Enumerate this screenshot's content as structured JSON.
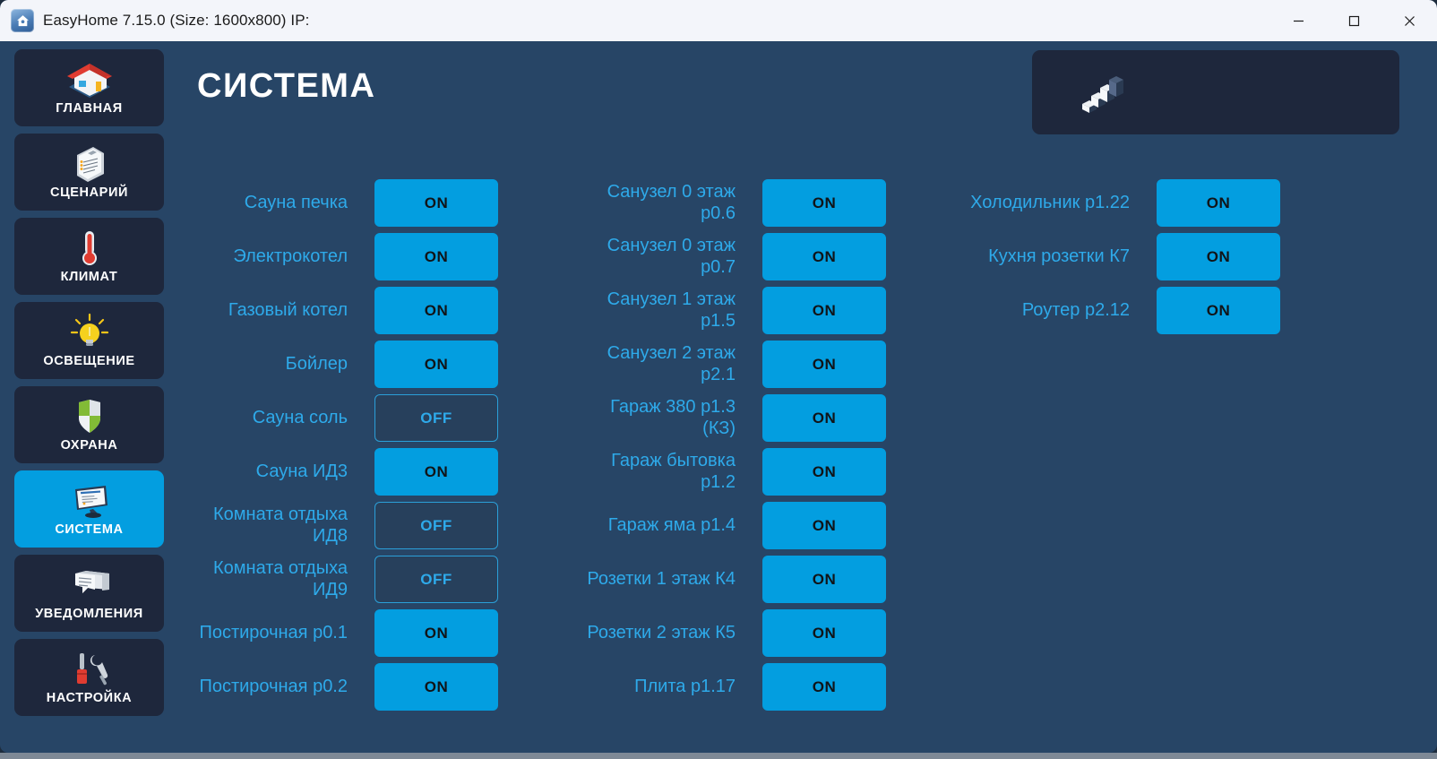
{
  "window": {
    "title": "EasyHome 7.15.0 (Size: 1600x800) IP:",
    "app_icon": "home-icon",
    "controls": {
      "minimize": "minimize-icon",
      "maximize": "maximize-icon",
      "close": "close-icon"
    }
  },
  "colors": {
    "background": "#274566",
    "sidebar_item": "#1e273c",
    "accent": "#039ee0",
    "label_text": "#2eaaea",
    "off_fill": "#27405c",
    "title_text": "#ffffff"
  },
  "sidebar": {
    "items": [
      {
        "label": "ГЛАВНАЯ",
        "icon": "house-icon",
        "active": false
      },
      {
        "label": "СЦЕНАРИЙ",
        "icon": "clipboard-icon",
        "active": false
      },
      {
        "label": "КЛИМАТ",
        "icon": "thermometer-icon",
        "active": false
      },
      {
        "label": "ОСВЕЩЕНИЕ",
        "icon": "lightbulb-icon",
        "active": false
      },
      {
        "label": "ОХРАНА",
        "icon": "shield-icon",
        "active": false
      },
      {
        "label": "СИСТЕМА",
        "icon": "monitor-icon",
        "active": true
      },
      {
        "label": "УВЕДОМЛЕНИЯ",
        "icon": "chat-bubbles-icon",
        "active": false
      },
      {
        "label": "НАСТРОЙКА",
        "icon": "tools-icon",
        "active": false
      }
    ]
  },
  "header": {
    "title": "СИСТЕМА",
    "chart_panel_icon": "bar-chart-icon"
  },
  "devices": {
    "column1": [
      {
        "label": "Сауна печка",
        "state": "ON"
      },
      {
        "label": "Электрокотел",
        "state": "ON"
      },
      {
        "label": "Газовый котел",
        "state": "ON"
      },
      {
        "label": "Бойлер",
        "state": "ON"
      },
      {
        "label": "Сауна соль",
        "state": "OFF"
      },
      {
        "label": "Сауна ИД3",
        "state": "ON"
      },
      {
        "label": "Комната отдыха ИД8",
        "state": "OFF"
      },
      {
        "label": "Комната отдыха ИД9",
        "state": "OFF"
      },
      {
        "label": "Постирочная р0.1",
        "state": "ON"
      },
      {
        "label": "Постирочная р0.2",
        "state": "ON"
      }
    ],
    "column2": [
      {
        "label": "Санузел 0 этаж р0.6",
        "state": "ON"
      },
      {
        "label": "Санузел 0 этаж р0.7",
        "state": "ON"
      },
      {
        "label": "Санузел 1 этаж р1.5",
        "state": "ON"
      },
      {
        "label": "Санузел 2 этаж р2.1",
        "state": "ON"
      },
      {
        "label": "Гараж 380 р1.3 (КЗ)",
        "state": "ON"
      },
      {
        "label": "Гараж бытовка р1.2",
        "state": "ON"
      },
      {
        "label": "Гараж яма р1.4",
        "state": "ON"
      },
      {
        "label": "Розетки 1 этаж К4",
        "state": "ON"
      },
      {
        "label": "Розетки 2 этаж К5",
        "state": "ON"
      },
      {
        "label": "Плита р1.17",
        "state": "ON"
      }
    ],
    "column3": [
      {
        "label": "Холодильник р1.22",
        "state": "ON"
      },
      {
        "label": "Кухня розетки К7",
        "state": "ON"
      },
      {
        "label": "Роутер р2.12",
        "state": "ON"
      }
    ]
  }
}
